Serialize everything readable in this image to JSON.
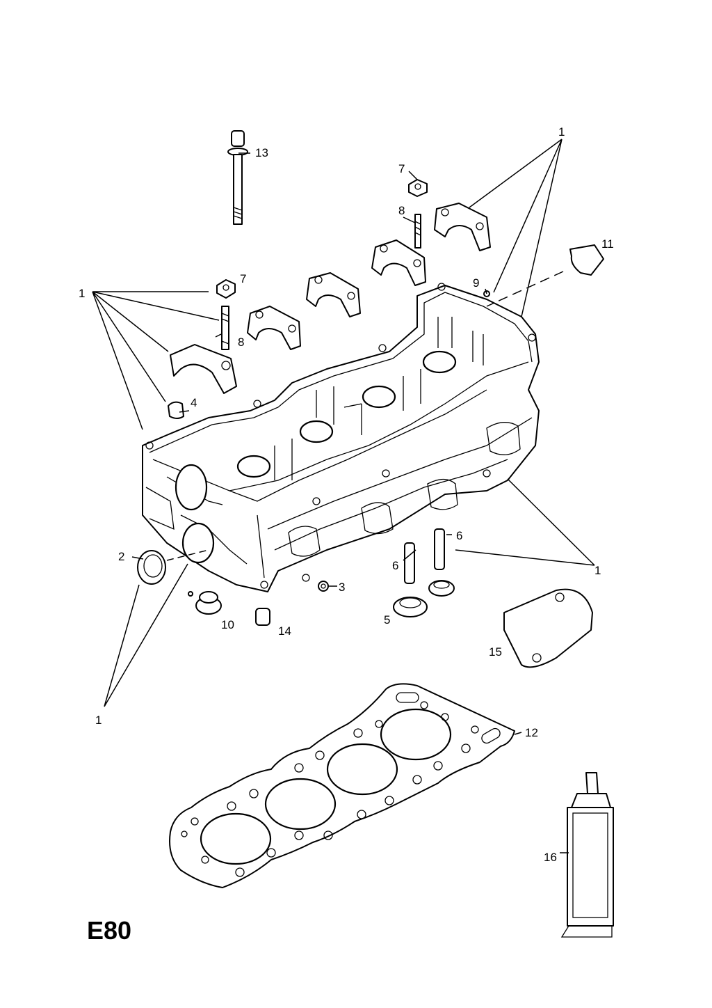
{
  "diagram": {
    "page_code": "E80",
    "callouts": {
      "c13": "13",
      "c7a": "7",
      "c8a": "8",
      "c1a": "1",
      "c11": "11",
      "c9": "9",
      "c1b": "1",
      "c7b": "7",
      "c8b": "8",
      "c4": "4",
      "c2": "2",
      "c3": "3",
      "c6a": "6",
      "c6b": "6",
      "c1c": "1",
      "c5": "5",
      "c10": "10",
      "c14": "14",
      "c15": "15",
      "c1d": "1",
      "c12": "12",
      "c16": "16"
    }
  }
}
